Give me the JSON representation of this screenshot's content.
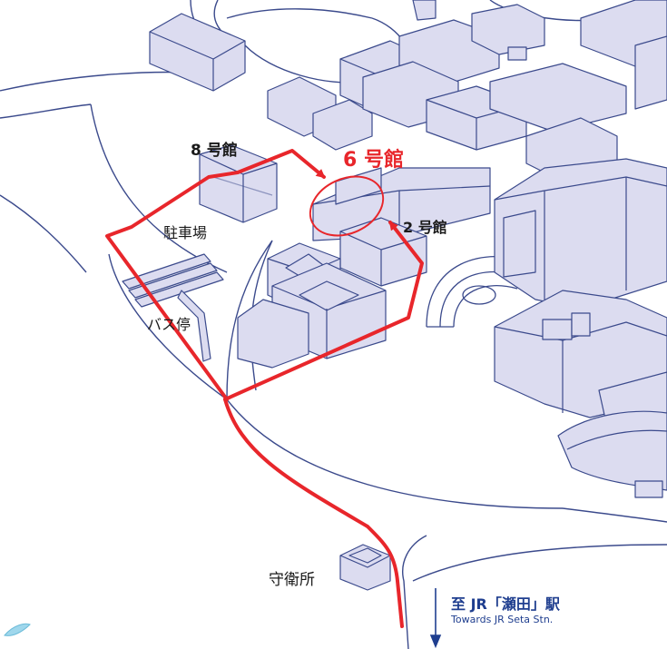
{
  "map": {
    "labels": {
      "building8": "8 号館",
      "building6": "6 号館",
      "building2": "2 号館",
      "parking": "駐車場",
      "bus_stop": "バス停",
      "guardhouse": "守衛所"
    },
    "destination": {
      "ja": "至 JR「瀬田」駅",
      "en": "Towards JR Seta Stn."
    },
    "colors": {
      "route": "#e8262b",
      "building_fill": "#dcdcf0",
      "building_stroke": "#3b4a8c",
      "label_highlight": "#e8262b",
      "destination_text": "#1f3e8f"
    },
    "icons": {
      "route": "walking-route-line",
      "target": "target-circle",
      "arrow": "direction-arrow"
    }
  }
}
